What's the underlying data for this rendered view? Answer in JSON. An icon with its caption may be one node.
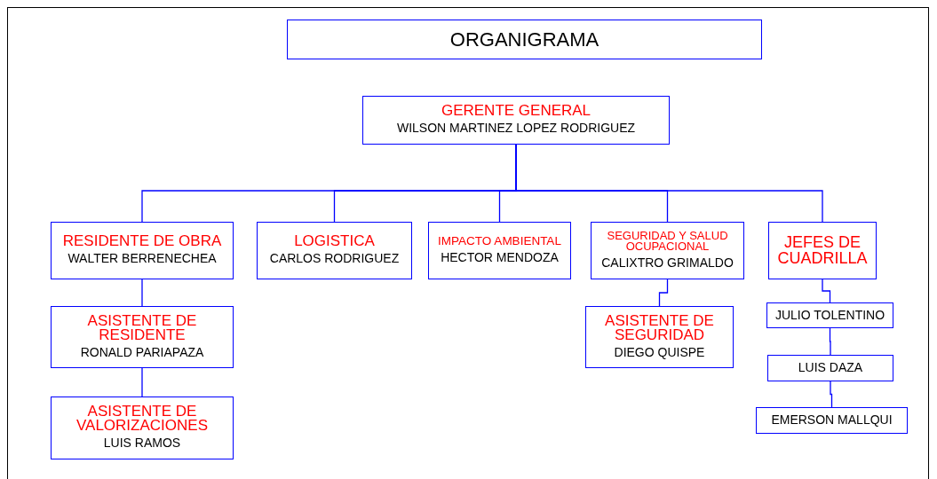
{
  "diagram": {
    "title": "ORGANIGRAMA",
    "nodes": [
      {
        "text": [
          "GERENTE GENERAL",
          "WILSON MARTINEZ LOPEZ RODRIGUEZ"
        ]
      },
      {
        "text": [
          "RESIDENTE DE OBRA",
          "WALTER BERRENECHEA"
        ]
      },
      {
        "text": [
          "LOGISTICA",
          "CARLOS RODRIGUEZ"
        ]
      },
      {
        "text": [
          "IMPACTO AMBIENTAL",
          "HECTOR MENDOZA"
        ]
      },
      {
        "text": [
          "SEGURIDAD Y SALUD OCUPACIONAL",
          "CALIXTRO GRIMALDO"
        ]
      },
      {
        "text": [
          "JEFES DE CUADRILLA"
        ]
      },
      {
        "text": [
          "ASISTENTE DE RESIDENTE",
          "RONALD PARIAPAZA"
        ]
      },
      {
        "text": [
          "ASISTENTE DE VALORIZACIONES",
          "LUIS RAMOS"
        ]
      },
      {
        "text": [
          "ASISTENTE DE SEGURIDAD",
          "DIEGO QUISPE"
        ]
      },
      {
        "text": [
          "JULIO TOLENTINO"
        ]
      },
      {
        "text": [
          "LUIS DAZA"
        ]
      },
      {
        "text": [
          "EMERSON MALLQUI"
        ]
      }
    ],
    "edges": [
      {
        "from": 0,
        "to": 1,
        "arrow": "none"
      },
      {
        "from": 0,
        "to": 2,
        "arrow": "none"
      },
      {
        "from": 0,
        "to": 3,
        "arrow": "none"
      },
      {
        "from": 0,
        "to": 4,
        "arrow": "none"
      },
      {
        "from": 0,
        "to": 5,
        "arrow": "none"
      },
      {
        "from": 1,
        "to": 6,
        "arrow": "none"
      },
      {
        "from": 6,
        "to": 7,
        "arrow": "none"
      },
      {
        "from": 4,
        "to": 8,
        "arrow": "none"
      },
      {
        "from": 5,
        "to": 9,
        "arrow": "none"
      },
      {
        "from": 9,
        "to": 10,
        "arrow": "none"
      },
      {
        "from": 10,
        "to": 11,
        "arrow": "none"
      }
    ]
  }
}
